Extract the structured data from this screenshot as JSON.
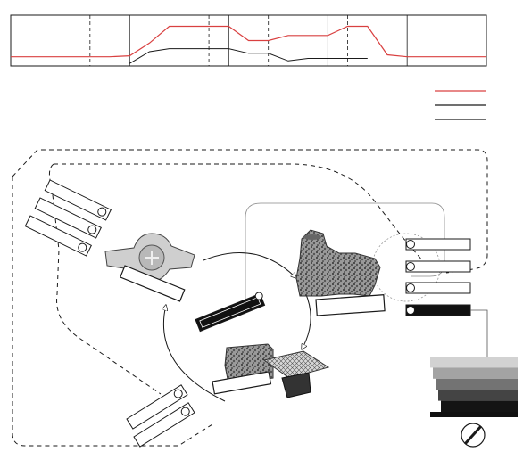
{
  "colors": {
    "line_primary": "#d94040",
    "line_secondary": "#1a1a1a",
    "stroke": "#1a1a1a",
    "background": "#ffffff"
  },
  "chart_data": {
    "type": "line",
    "title": "",
    "xlabel": "",
    "ylabel": "",
    "x": [
      0,
      1,
      2,
      3,
      4,
      5,
      6,
      7,
      8,
      9,
      10,
      11,
      12,
      13,
      14,
      15,
      16,
      17,
      18,
      19,
      20,
      21,
      22,
      23,
      24
    ],
    "ylim": [
      0,
      1
    ],
    "grid": true,
    "legend_placement": "right",
    "series": [
      {
        "color": "#d94040",
        "values": [
          0.18,
          0.18,
          0.18,
          0.18,
          0.18,
          0.18,
          0.2,
          0.45,
          0.78,
          0.78,
          0.78,
          0.78,
          0.5,
          0.5,
          0.6,
          0.6,
          0.6,
          0.78,
          0.78,
          0.22,
          0.18,
          0.18,
          0.18,
          0.18,
          0.18
        ]
      },
      {
        "color": "#1a1a1a",
        "values": [
          null,
          null,
          null,
          null,
          null,
          null,
          0.05,
          0.28,
          0.34,
          0.34,
          0.34,
          0.34,
          0.25,
          0.25,
          0.1,
          0.15,
          0.15,
          0.15,
          0.15,
          null,
          null,
          null,
          null,
          null,
          null
        ]
      }
    ],
    "legend_entries": 3
  },
  "diagram": {
    "nodes": [
      {
        "name": "water-meter-icon",
        "label": ""
      },
      {
        "name": "workers-image",
        "label": ""
      },
      {
        "name": "materials-image",
        "label": ""
      },
      {
        "name": "mesh-layer-image",
        "label": ""
      }
    ],
    "tags_left": 3,
    "tags_bottom": 2,
    "tags_right": 4,
    "gradient_steps": 5
  }
}
